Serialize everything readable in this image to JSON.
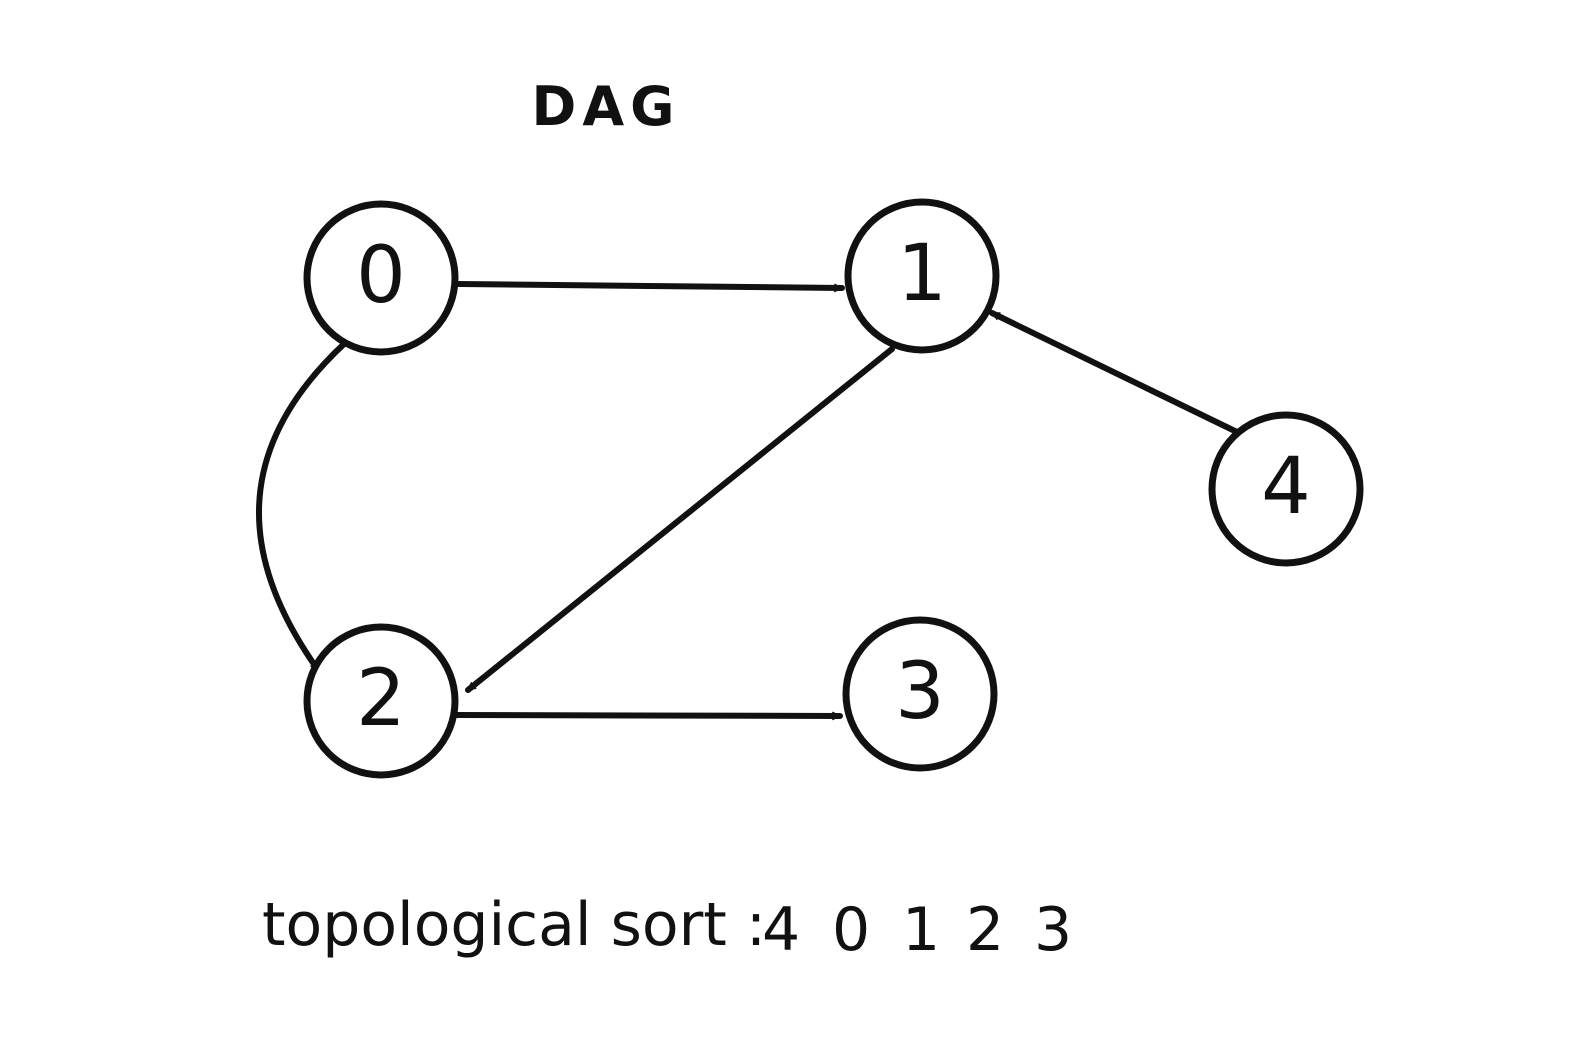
{
  "title": "DAG",
  "graph": {
    "nodes": [
      {
        "id": "0",
        "label": "0"
      },
      {
        "id": "1",
        "label": "1"
      },
      {
        "id": "2",
        "label": "2"
      },
      {
        "id": "3",
        "label": "3"
      },
      {
        "id": "4",
        "label": "4"
      }
    ],
    "edges": [
      {
        "from": "0",
        "to": "1"
      },
      {
        "from": "0",
        "to": "2"
      },
      {
        "from": "1",
        "to": "2"
      },
      {
        "from": "2",
        "to": "3"
      },
      {
        "from": "4",
        "to": "1"
      }
    ]
  },
  "topological_sort": {
    "label": "topological sort :",
    "order": [
      "4",
      "0",
      "1",
      "2",
      "3"
    ]
  }
}
